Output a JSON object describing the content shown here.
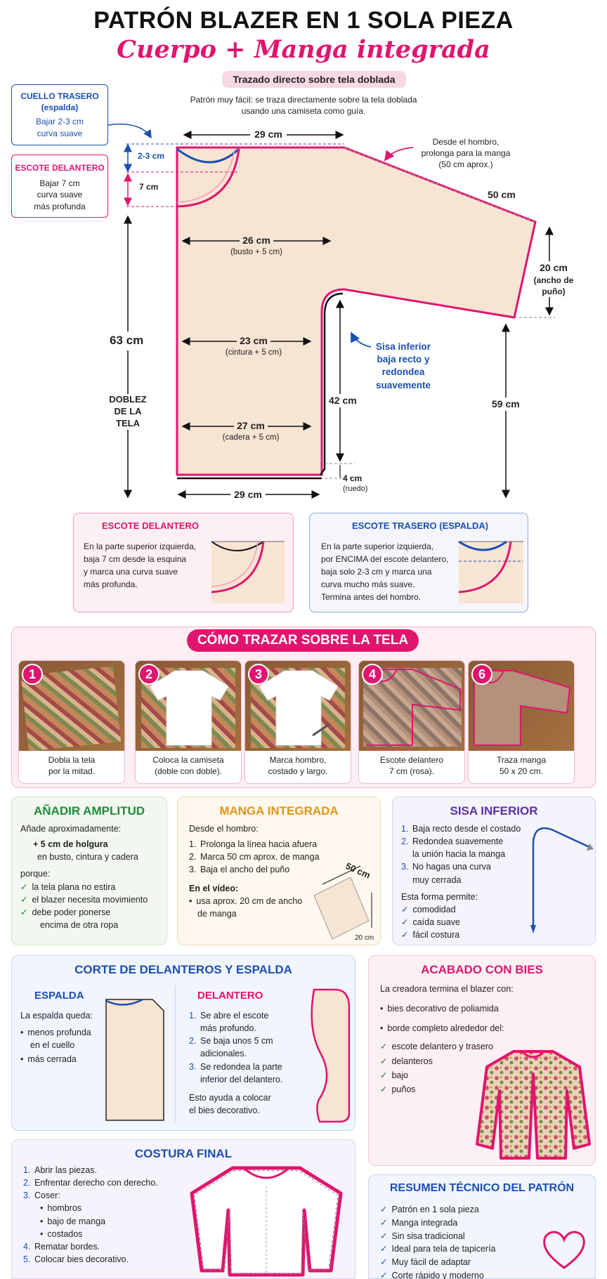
{
  "title": "PATRÓN BLAZER EN 1 SOLA PIEZA",
  "subtitle": "Cuerpo + Manga integrada",
  "pill": "Trazado directo sobre tela doblada",
  "intro": [
    "Patrón muy fácil: se traza directamente sobre la tela doblada",
    "usando una camiseta como guía."
  ],
  "cuello": {
    "title": [
      "CUELLO TRASERO",
      "(espalda)"
    ],
    "lines": [
      "Bajar 2-3 cm",
      "curva suave"
    ]
  },
  "escote": {
    "title": "ESCOTE DELANTERO",
    "lines": [
      "Bajar 7 cm",
      "curva suave",
      "más profunda"
    ]
  },
  "dims": {
    "top": "29 cm",
    "neck_back": "2-3 cm",
    "neck_front": "7 cm",
    "total": "63 cm",
    "busto": "26 cm",
    "busto_note": "(busto + 5 cm)",
    "cintura": "23 cm",
    "cintura_note": "(cintura + 5 cm)",
    "cadera": "27 cm",
    "cadera_note": "(cadera + 5 cm)",
    "bottom": "29 cm",
    "sleeve": "50 cm",
    "cuff": "20 cm",
    "cuff_note": [
      "(ancho de",
      "puño)"
    ],
    "side": "42 cm",
    "hem": "4 cm",
    "hem_note": "(ruedo)",
    "right": "59 cm",
    "fold": [
      "DOBLEZ",
      "DE LA",
      "TELA"
    ],
    "shoulder_note": [
      "Desde el hombro,",
      "prolonga para la manga",
      "(50 cm aprox.)"
    ],
    "sisa_note": [
      "Sisa inferior",
      "baja recto y",
      "redondea",
      "suavemente"
    ]
  },
  "cards": {
    "front": {
      "title": "ESCOTE DELANTERO",
      "lines": [
        "En la parte superior izquierda,",
        "baja 7 cm desde la esquina",
        "y marca una curva suave",
        "más profunda."
      ]
    },
    "back": {
      "title": "ESCOTE TRASERO (ESPALDA)",
      "lines": [
        "En la parte superior izquierda,",
        "por ENCIMA del escote delantero,",
        "baja solo 2-3 cm y marca una",
        "curva mucho más suave.",
        "Termina antes del hombro."
      ]
    }
  },
  "how": {
    "title": "CÓMO TRAZAR SOBRE LA TELA",
    "steps": [
      {
        "num": "1",
        "cap": [
          "Dobla la tela",
          "por la mitad."
        ]
      },
      {
        "num": "2",
        "cap": [
          "Coloca la camiseta",
          "(doble con doble)."
        ]
      },
      {
        "num": "3",
        "cap": [
          "Marca hombro,",
          "costado y largo."
        ]
      },
      {
        "num": "4",
        "cap": [
          "Escote delantero",
          "7 cm (rosa)."
        ]
      },
      {
        "num": "6",
        "cap": [
          "Traza manga",
          "50 x 20 cm."
        ]
      }
    ]
  },
  "amplitud": {
    "title": "AÑADIR AMPLITUD",
    "l1": "Añade aproximadamente:",
    "l2": "+ 5 cm de holgura",
    "l3": "en busto, cintura y cadera",
    "l4": "porque:",
    "items": [
      "la tela plana no estira",
      "el blazer necesita movimiento",
      "debe poder ponerse"
    ],
    "item_cont": "encima de otra ropa"
  },
  "manga": {
    "title": "MANGA INTEGRADA",
    "l1": "Desde el hombro:",
    "items": [
      "Prolonga la línea hacia afuera",
      "Marca 50 cm aprox. de manga",
      "Baja el ancho del puño"
    ],
    "video": "En el vídeo:",
    "video_items": [
      "usa aprox. 20 cm de ancho"
    ],
    "video_cont": "de manga",
    "d1": "50 cm",
    "d2": "20 cm"
  },
  "sisa": {
    "title": "SISA INFERIOR",
    "items": [
      "Baja recto desde el costado",
      "Redondea suavemente",
      "No hagas una curva"
    ],
    "cont2": "la unión hacia la manga",
    "cont3": "muy cerrada",
    "l": "Esta forma permite:",
    "checks": [
      "comodidad",
      "caída suave",
      "fácil costura"
    ]
  },
  "corte": {
    "title": "CORTE DE DELANTEROS Y ESPALDA",
    "espalda": "ESPALDA",
    "esp_l": "La espalda queda:",
    "esp_items": [
      "menos profunda",
      "más cerrada"
    ],
    "esp_cont": "en el cuello",
    "delantero": "DELANTERO",
    "del_items": [
      "Se abre el escote",
      "Se baja unos 5 cm",
      "Se redondea la parte"
    ],
    "del_cont": [
      "más profundo.",
      "adicionales.",
      "inferior del delantero."
    ],
    "del_note": [
      "Esto ayuda a colocar",
      "el bies decorativo."
    ]
  },
  "bies": {
    "title": "ACABADO CON BIES",
    "l1": "La creadora termina el blazer con:",
    "bul": [
      "bies decorativo de poliamida",
      "borde completo alrededor del:"
    ],
    "checks": [
      "escote delantero y trasero",
      "delanteros",
      "bajo",
      "puños"
    ]
  },
  "costura": {
    "title": "COSTURA FINAL",
    "items": [
      "Abrir las piezas.",
      "Enfrentar derecho con derecho.",
      "Coser:"
    ],
    "sub": [
      "hombros",
      "bajo de manga",
      "costados"
    ],
    "items2": [
      "Rematar bordes.",
      "Colocar bies decorativo."
    ]
  },
  "resumen": {
    "title": "RESUMEN TÉCNICO DEL PATRÓN",
    "checks": [
      "Patrón en 1 sola pieza",
      "Manga integrada",
      "Sin sisa tradicional",
      "Ideal para tela de tapicería",
      "Muy fácil de adaptar",
      "Corte rápido y moderno"
    ]
  },
  "colors": {
    "pink": "#e0156f",
    "blue": "#1a4fb4",
    "fabric": "#f7e4d3"
  }
}
